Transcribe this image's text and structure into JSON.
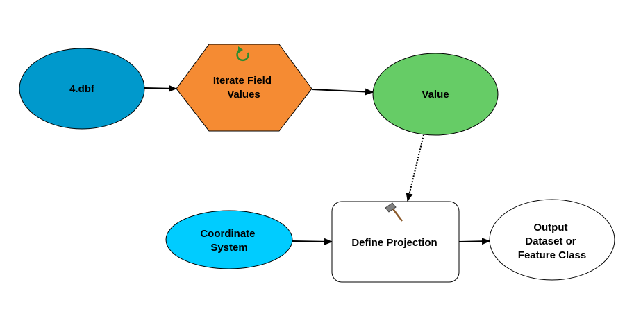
{
  "diagram": {
    "nodes": {
      "input_table": {
        "lines": [
          "4.dbf"
        ],
        "color": "#0099cc"
      },
      "iterator": {
        "lines": [
          "Iterate Field",
          "Values"
        ],
        "color": "#f58b33",
        "icon": "iterate-icon"
      },
      "value": {
        "lines": [
          "Value"
        ],
        "color": "#66cc66"
      },
      "coord_system": {
        "lines": [
          "Coordinate",
          "System"
        ],
        "color": "#00ccff"
      },
      "tool": {
        "lines": [
          "Define Projection"
        ],
        "color": "#ffffff",
        "icon": "hammer-icon"
      },
      "output": {
        "lines": [
          "Output",
          "Dataset or",
          "Feature Class"
        ],
        "color": "#ffffff"
      }
    },
    "connectors": [
      {
        "from": "input_table",
        "to": "iterator",
        "style": "solid"
      },
      {
        "from": "iterator",
        "to": "value",
        "style": "solid"
      },
      {
        "from": "value",
        "to": "tool",
        "style": "dotted"
      },
      {
        "from": "coord_system",
        "to": "tool",
        "style": "solid"
      },
      {
        "from": "tool",
        "to": "output",
        "style": "solid"
      }
    ]
  }
}
